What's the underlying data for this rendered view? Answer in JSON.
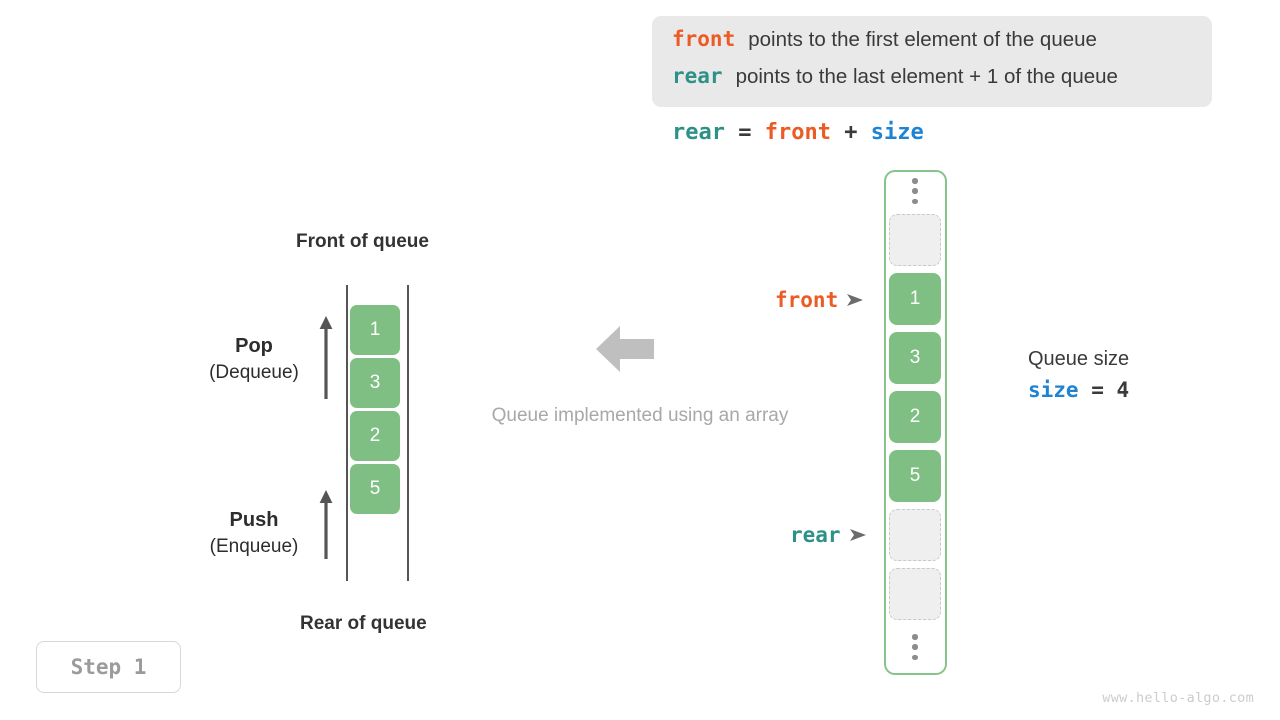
{
  "legend": {
    "lines": [
      {
        "keyword": "front",
        "keyword_color": "#ec5b24",
        "text": "points to the first element of the queue"
      },
      {
        "keyword": "rear",
        "keyword_color": "#2e9187",
        "text": "points to the last element + 1 of the queue"
      }
    ],
    "background_color": "#e9e9e9"
  },
  "formula": {
    "lhs": "rear",
    "eq": "=",
    "rhs1": "front",
    "plus": "+",
    "rhs2": "size"
  },
  "logical_queue": {
    "top_label": "Front of queue",
    "bottom_label": "Rear of queue",
    "cells": [
      "1",
      "3",
      "2",
      "5"
    ],
    "cell_color": "#7fbf83",
    "operations": [
      {
        "name": "Pop",
        "alt": "(Dequeue)",
        "direction": "up"
      },
      {
        "name": "Push",
        "alt": "(Enqueue)",
        "direction": "up"
      }
    ]
  },
  "center": {
    "arrow": "left-arrow-icon",
    "caption": "Queue implemented using an array",
    "caption_color": "#a8a8a8"
  },
  "array": {
    "border_color": "#88c38c",
    "top_ellipsis": "vertical-dots",
    "bottom_ellipsis": "vertical-dots",
    "slots": [
      {
        "kind": "empty",
        "value": ""
      },
      {
        "kind": "filled",
        "value": "1"
      },
      {
        "kind": "filled",
        "value": "3"
      },
      {
        "kind": "filled",
        "value": "2"
      },
      {
        "kind": "filled",
        "value": "5"
      },
      {
        "kind": "empty",
        "value": ""
      },
      {
        "kind": "empty",
        "value": ""
      }
    ],
    "pointers": [
      {
        "name": "front",
        "color": "#ec5b24",
        "target_index": 1
      },
      {
        "name": "rear",
        "color": "#2e9187",
        "target_index": 5
      }
    ]
  },
  "size_info": {
    "title": "Queue size",
    "var": "size",
    "var_color": "#1f82d2",
    "eq": "=",
    "value": "4"
  },
  "step_badge": {
    "label": "Step 1"
  },
  "watermark": {
    "text": "www.hello-algo.com"
  }
}
